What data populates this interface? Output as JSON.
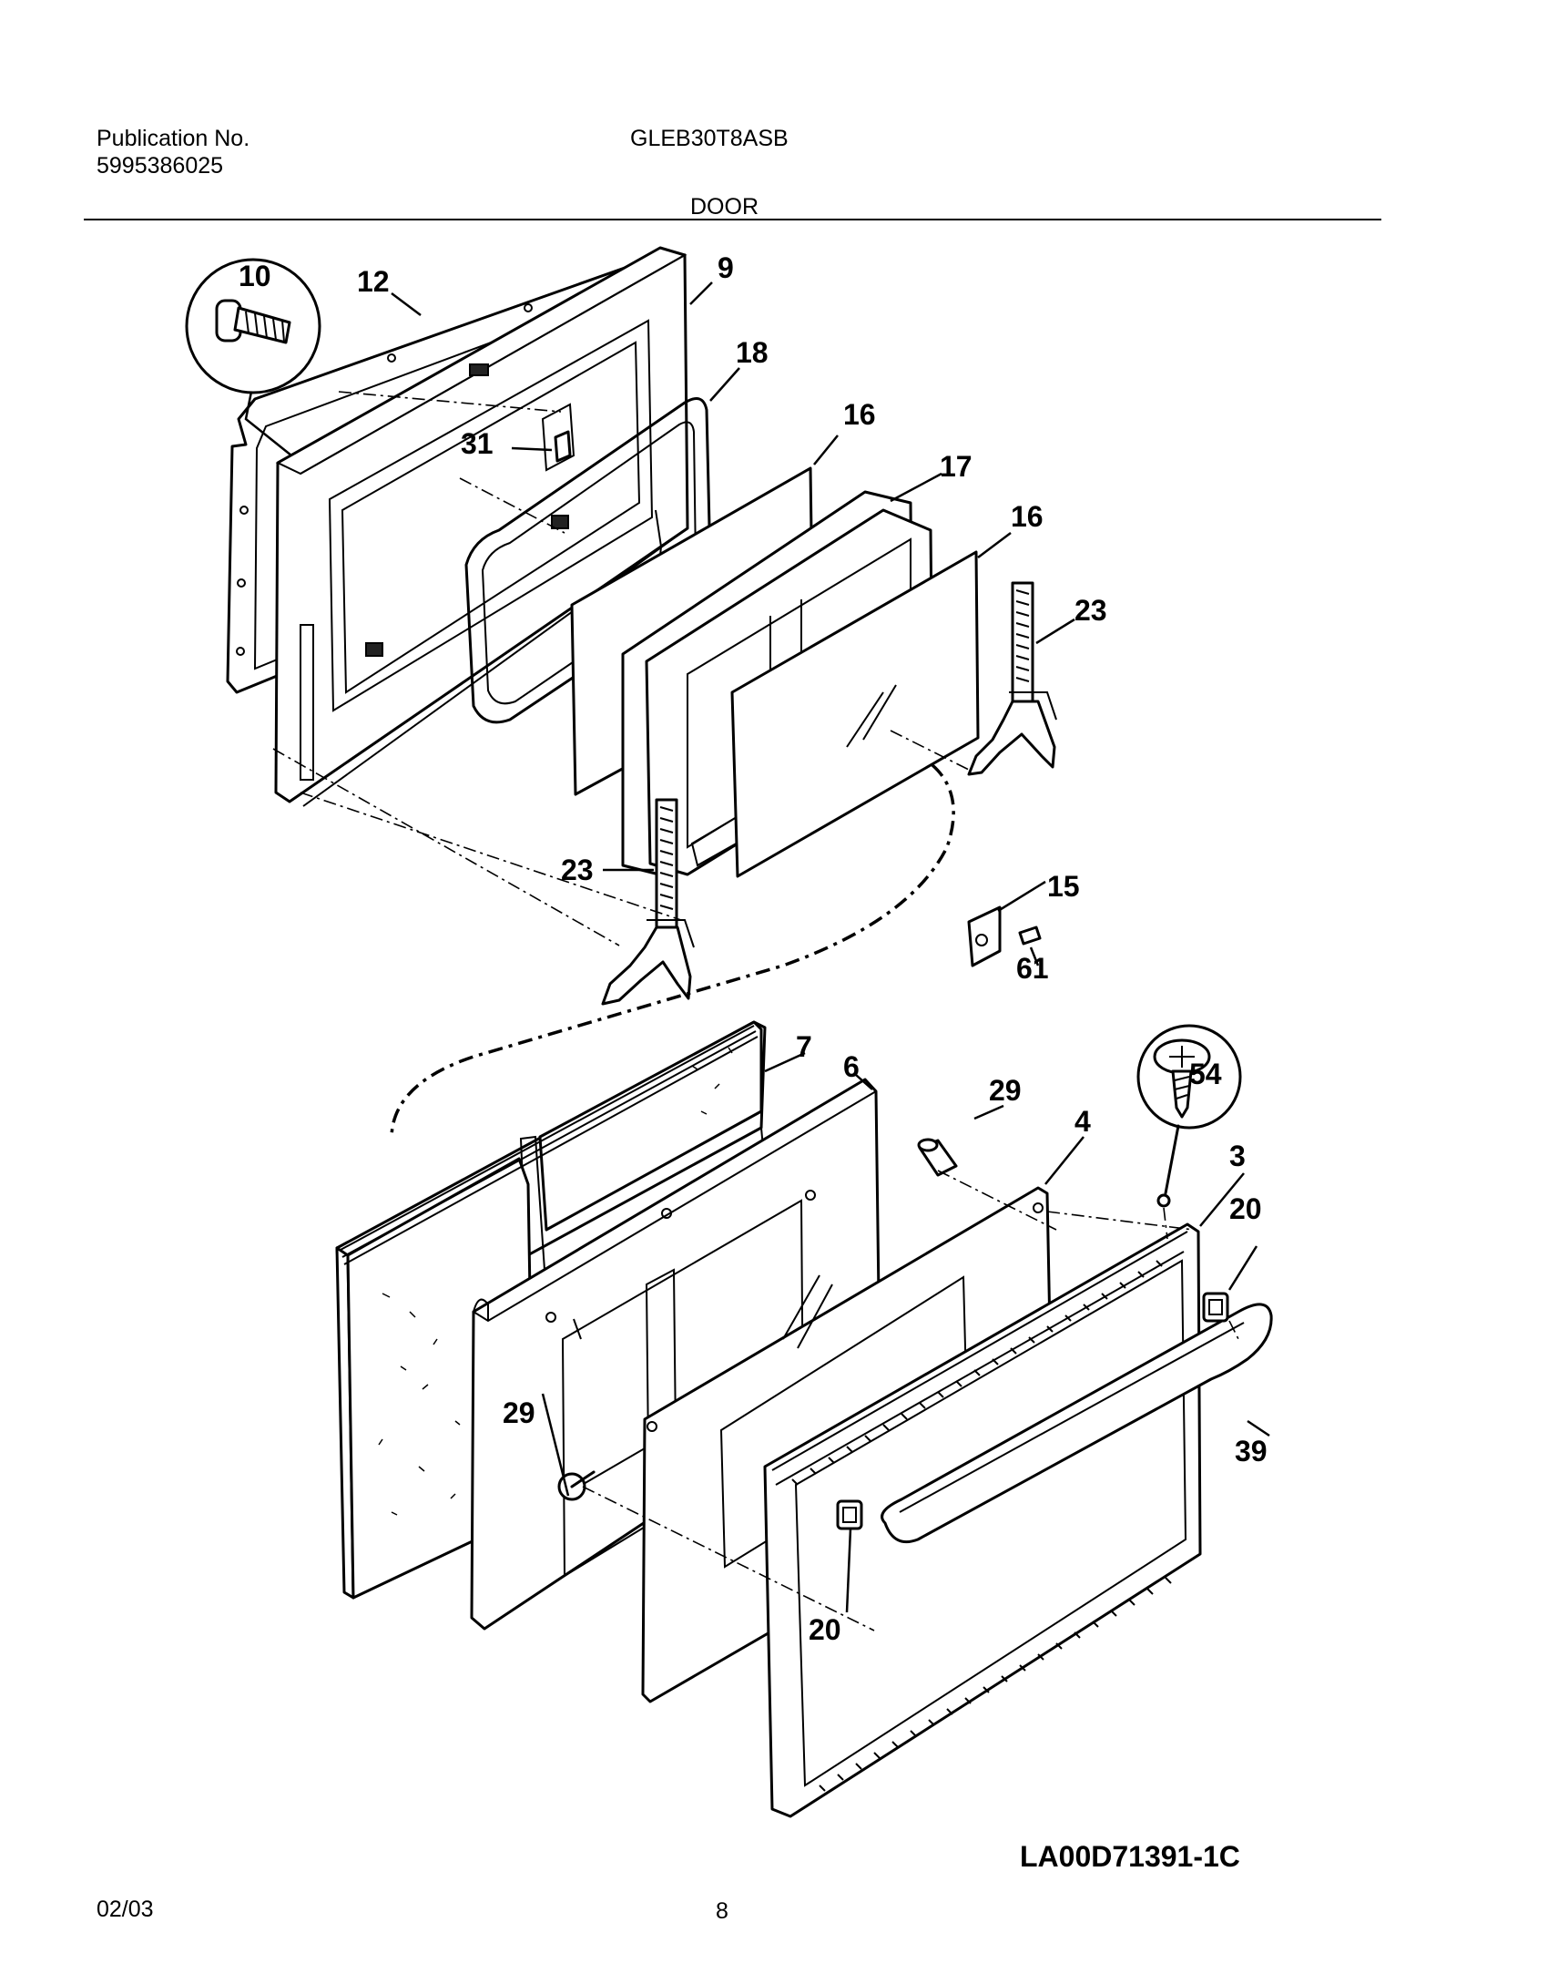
{
  "header": {
    "publication_label": "Publication No.",
    "publication_number": "5995386025",
    "model": "GLEB30T8ASB",
    "section_title": "DOOR"
  },
  "footer": {
    "date": "02/03",
    "page_number": "8",
    "drawing_code": "LA00D71391-1C"
  },
  "callouts": [
    "10",
    "12",
    "9",
    "18",
    "31",
    "16",
    "17",
    "16",
    "23",
    "23",
    "15",
    "61",
    "7",
    "6",
    "29",
    "4",
    "54",
    "3",
    "20",
    "39",
    "29",
    "20"
  ]
}
